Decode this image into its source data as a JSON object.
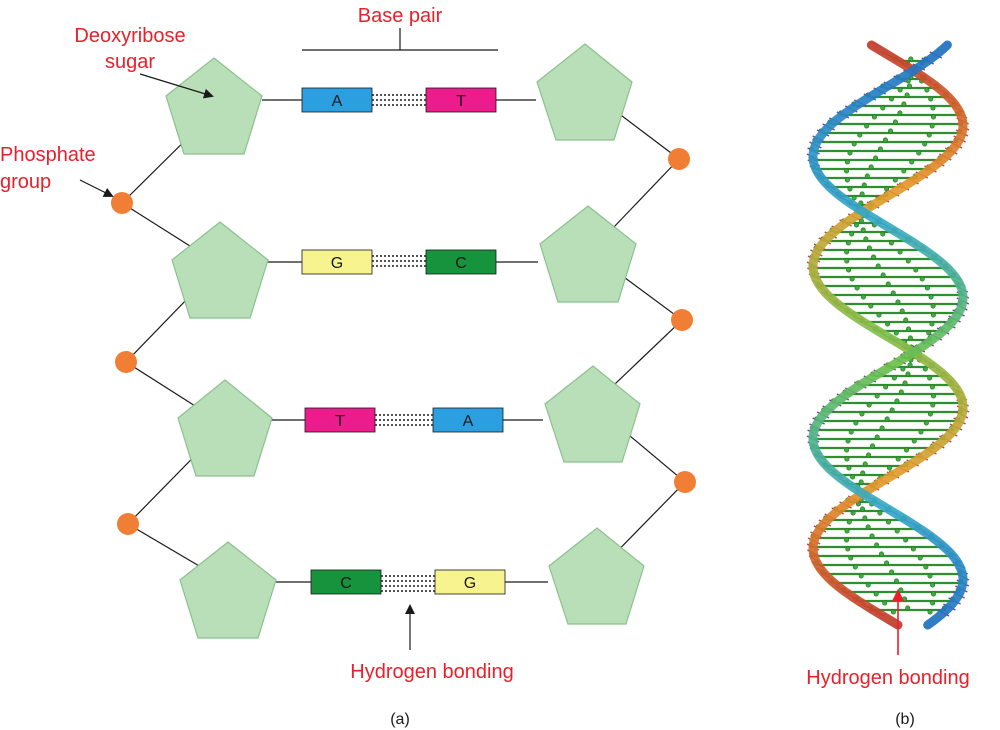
{
  "panel_a": {
    "labels": {
      "base_pair": "Base pair",
      "sugar_line1": "Deoxyribose",
      "sugar_line2": "sugar",
      "phosphate_line1": "Phosphate",
      "phosphate_line2": "group",
      "hydrogen_bonding": "Hydrogen bonding",
      "caption": "(a)"
    },
    "base_pairs": [
      {
        "left": "A",
        "right": "T"
      },
      {
        "left": "G",
        "right": "C"
      },
      {
        "left": "T",
        "right": "A"
      },
      {
        "left": "C",
        "right": "G"
      }
    ]
  },
  "panel_b": {
    "labels": {
      "hydrogen_bonding": "Hydrogen bonding",
      "caption": "(b)"
    }
  },
  "colors": {
    "A": "#2c9fe0",
    "T": "#ec1c8c",
    "G": "#f7f48f",
    "C": "#17923d",
    "sugar_fill": "#b9dfb9",
    "sugar_stroke": "#8cc08c",
    "phosphate": "#f07f35",
    "label_red": "#e8202a"
  },
  "icons": [
    "arrow-icon",
    "pentagon-sugar-icon",
    "phosphate-circle-icon",
    "double-helix-model"
  ]
}
